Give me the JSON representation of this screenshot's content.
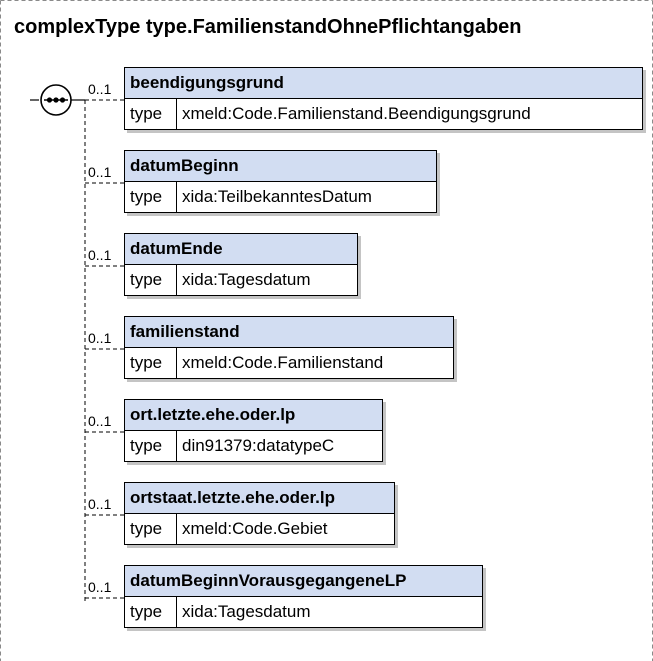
{
  "title": "complexType type.FamilienstandOhnePflichtangaben",
  "multiplicity": "0..1",
  "type_label": "type",
  "elements": [
    {
      "name": "beendigungsgrund",
      "type": "xmeld:Code.Familienstand.Beendigungsgrund"
    },
    {
      "name": "datumBeginn",
      "type": "xida:TeilbekanntesDatum"
    },
    {
      "name": "datumEnde",
      "type": "xida:Tagesdatum"
    },
    {
      "name": "familienstand",
      "type": "xmeld:Code.Familienstand"
    },
    {
      "name": "ort.letzte.ehe.oder.lp",
      "type": "din91379:datatypeC"
    },
    {
      "name": "ortstaat.letzte.ehe.oder.lp",
      "type": "xmeld:Code.Gebiet"
    },
    {
      "name": "datumBeginnVorausgegangeneLP",
      "type": "xida:Tagesdatum"
    }
  ],
  "sequence_icon": "sequence-compositor-icon"
}
